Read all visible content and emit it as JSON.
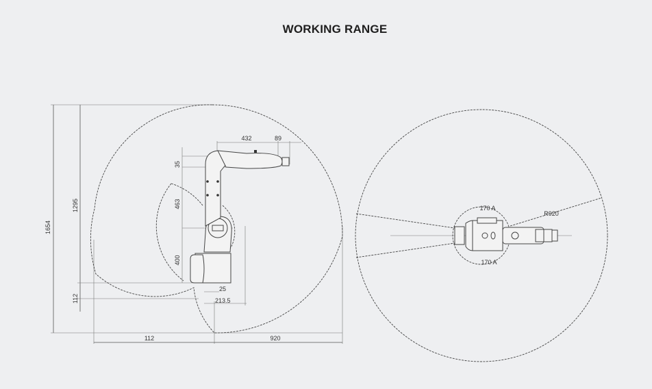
{
  "title": "WORKING RANGE",
  "side_view": {
    "dimensions": {
      "total_height": "1654",
      "reach_height": "1295",
      "base_offset": "112",
      "arm_length": "432",
      "wrist_length": "89",
      "wrist_offset": "35",
      "upper_arm": "463",
      "base_height": "400",
      "base_offset_small": "25",
      "base_depth": "213.5",
      "bottom_left": "112",
      "bottom_right": "920"
    }
  },
  "top_view": {
    "angle_top": "170 A",
    "angle_bottom": "170 A",
    "radius": "R920"
  }
}
